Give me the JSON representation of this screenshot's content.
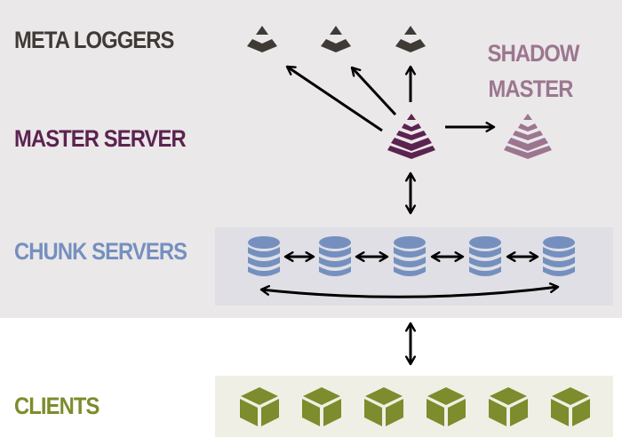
{
  "diagram": {
    "labels": {
      "meta_loggers": "META LOGGERS",
      "master_server": "MASTER SERVER",
      "chunk_servers": "CHUNK SERVERS",
      "clients": "CLIENTS",
      "shadow_master_line1": "SHADOW",
      "shadow_master_line2": "MASTER"
    },
    "colors": {
      "meta_loggers": "#3f3a36",
      "master_server": "#5c2350",
      "shadow_master": "#9c7690",
      "chunk_servers": "#7590bf",
      "clients": "#7d8c2c",
      "arrows": "#000000",
      "top_background": "#ebe8e9",
      "chunk_background": "#dfdfe5",
      "client_background": "#f0efe5"
    },
    "nodes": {
      "meta_loggers": [
        {
          "icon": "pyramid-icon"
        },
        {
          "icon": "pyramid-icon"
        },
        {
          "icon": "pyramid-icon"
        }
      ],
      "master_server": {
        "icon": "pyramid-icon"
      },
      "shadow_master": {
        "icon": "pyramid-icon"
      },
      "chunk_servers": [
        {
          "icon": "database-icon"
        },
        {
          "icon": "database-icon"
        },
        {
          "icon": "database-icon"
        },
        {
          "icon": "database-icon"
        },
        {
          "icon": "database-icon"
        }
      ],
      "clients": [
        {
          "icon": "cube-icon"
        },
        {
          "icon": "cube-icon"
        },
        {
          "icon": "cube-icon"
        },
        {
          "icon": "cube-icon"
        },
        {
          "icon": "cube-icon"
        },
        {
          "icon": "cube-icon"
        }
      ]
    },
    "edges": [
      {
        "from": "master_server",
        "to": "meta_logger_1",
        "type": "one-way"
      },
      {
        "from": "master_server",
        "to": "meta_logger_2",
        "type": "one-way"
      },
      {
        "from": "master_server",
        "to": "meta_logger_3",
        "type": "one-way"
      },
      {
        "from": "master_server",
        "to": "shadow_master",
        "type": "one-way"
      },
      {
        "from": "master_server",
        "to": "chunk_servers",
        "type": "two-way"
      },
      {
        "from": "chunk_server_1",
        "to": "chunk_server_2",
        "type": "two-way"
      },
      {
        "from": "chunk_server_2",
        "to": "chunk_server_3",
        "type": "two-way"
      },
      {
        "from": "chunk_server_3",
        "to": "chunk_server_4",
        "type": "two-way"
      },
      {
        "from": "chunk_server_4",
        "to": "chunk_server_5",
        "type": "two-way"
      },
      {
        "from": "chunk_server_1",
        "to": "chunk_server_5",
        "type": "two-way"
      },
      {
        "from": "chunk_servers",
        "to": "clients",
        "type": "two-way"
      }
    ]
  }
}
